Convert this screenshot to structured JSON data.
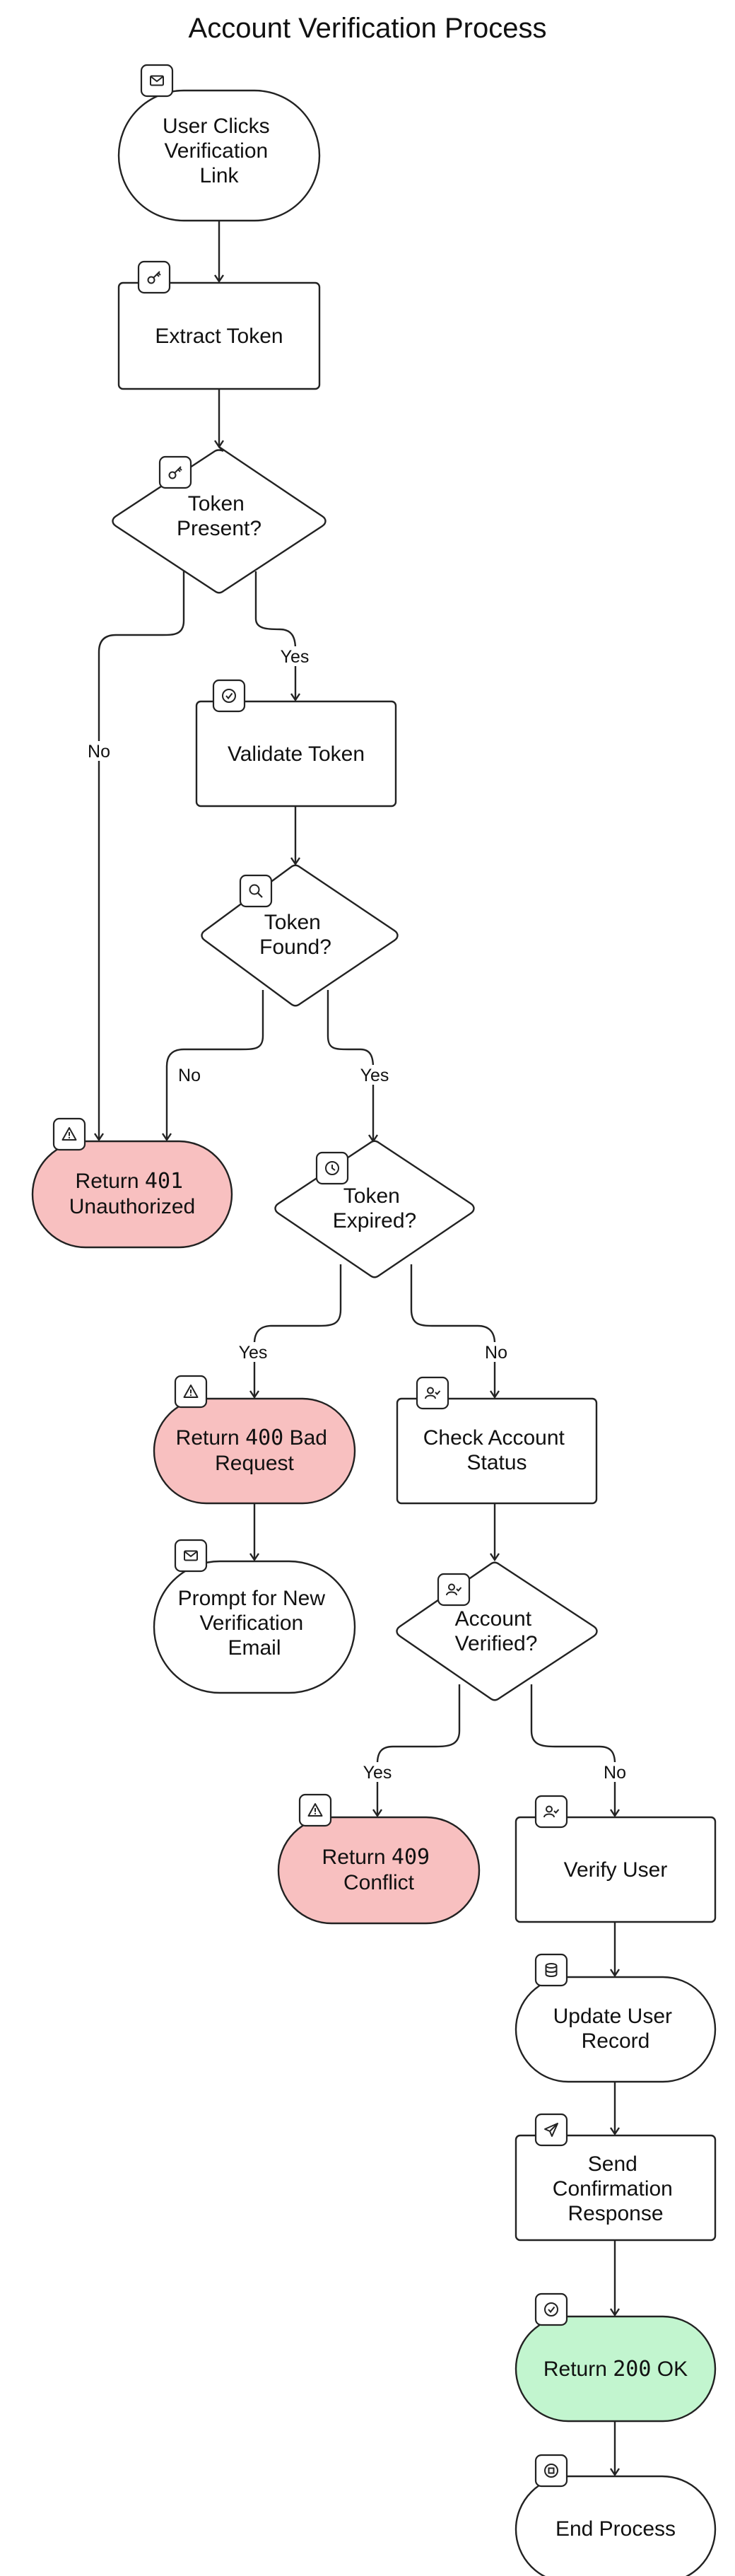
{
  "title": "Account Verification Process",
  "colors": {
    "default_fill": "#ffffff",
    "error_fill": "#f8c0c0",
    "success_fill": "#c2f5cf",
    "stroke": "#222222"
  },
  "nodes": {
    "user_clicks": {
      "label": [
        "User Clicks",
        "Verification",
        "Link"
      ],
      "icon": "mail-icon"
    },
    "extract_token": {
      "label": [
        "Extract Token"
      ],
      "icon": "key-icon"
    },
    "token_present": {
      "label": [
        "Token",
        "Present?"
      ],
      "icon": "key-icon"
    },
    "validate_token": {
      "label": [
        "Validate Token"
      ],
      "icon": "check-circle-icon"
    },
    "token_found": {
      "label": [
        "Token",
        "Found?"
      ],
      "icon": "search-icon"
    },
    "return_401": {
      "label": [
        "Return ",
        "401",
        "Unauthorized"
      ],
      "icon": "warning-icon"
    },
    "token_expired": {
      "label": [
        "Token",
        "Expired?"
      ],
      "icon": "clock-icon"
    },
    "return_400": {
      "label": [
        "Return ",
        "400",
        " Bad",
        "Request"
      ],
      "icon": "warning-icon"
    },
    "check_account": {
      "label": [
        "Check Account",
        "Status"
      ],
      "icon": "user-check-icon"
    },
    "prompt_new": {
      "label": [
        "Prompt for New",
        "Verification",
        "Email"
      ],
      "icon": "mail-icon"
    },
    "account_verified": {
      "label": [
        "Account",
        "Verified?"
      ],
      "icon": "user-check-icon"
    },
    "return_409": {
      "label": [
        "Return ",
        "409",
        "Conflict"
      ],
      "icon": "warning-icon"
    },
    "verify_user": {
      "label": [
        "Verify User"
      ],
      "icon": "user-check-icon"
    },
    "update_user": {
      "label": [
        "Update User",
        "Record"
      ],
      "icon": "database-icon"
    },
    "send_confirmation": {
      "label": [
        "Send",
        "Confirmation",
        "Response"
      ],
      "icon": "send-icon"
    },
    "return_200": {
      "label": [
        "Return ",
        "200",
        " OK"
      ],
      "icon": "check-circle-icon"
    },
    "end_process": {
      "label": [
        "End Process"
      ],
      "icon": "stop-icon"
    }
  },
  "edge_labels": {
    "present_yes": "Yes",
    "present_no": "No",
    "found_no": "No",
    "found_yes": "Yes",
    "expired_yes": "Yes",
    "expired_no": "No",
    "verified_yes": "Yes",
    "verified_no": "No"
  }
}
